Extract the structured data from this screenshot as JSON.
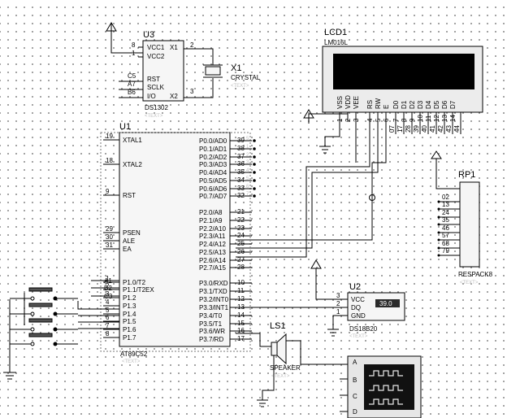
{
  "placeholder": "<TEXT>",
  "u3": {
    "ref": "U3",
    "part": "DS1302",
    "pins_left": [
      "VCC1",
      "VCC2",
      "RST",
      "SCLK",
      "I/O"
    ],
    "pins_right": [
      "X1",
      "X2"
    ],
    "pin_nums": [
      "8",
      "1",
      "2",
      "3"
    ],
    "nets": [
      "C5",
      "A7",
      "B6"
    ]
  },
  "x1": {
    "ref": "X1",
    "part": "CRYSTAL"
  },
  "lcd": {
    "ref": "LCD1",
    "part": "LM016L",
    "pins": [
      "VSS",
      "VDD",
      "VEE",
      "RS",
      "RW",
      "E",
      "D0",
      "D1",
      "D2",
      "D3",
      "D4",
      "D5",
      "D6",
      "D7"
    ],
    "nums": [
      "1",
      "2",
      "3",
      "4",
      "5",
      "6",
      "7",
      "8",
      "9",
      "10",
      "11",
      "12",
      "13",
      "14"
    ],
    "nets": [
      "07",
      "17",
      "28",
      "39",
      "40",
      "41",
      "42",
      "43",
      "44"
    ]
  },
  "u1": {
    "ref": "U1",
    "part": "AT89C52",
    "left_pins": [
      {
        "num": "19",
        "name": "XTAL1"
      },
      {
        "num": "18",
        "name": "XTAL2"
      },
      {
        "num": "9",
        "name": "RST"
      },
      {
        "num": "29",
        "name": "PSEN"
      },
      {
        "num": "30",
        "name": "ALE"
      },
      {
        "num": "31",
        "name": "EA"
      },
      {
        "num": "1",
        "name": "P1.0/T2"
      },
      {
        "num": "2",
        "name": "P1.1/T2EX"
      },
      {
        "num": "3",
        "name": "P1.2"
      },
      {
        "num": "4",
        "name": "P1.3"
      },
      {
        "num": "5",
        "name": "P1.4"
      },
      {
        "num": "6",
        "name": "P1.5"
      },
      {
        "num": "7",
        "name": "P1.6"
      },
      {
        "num": "8",
        "name": "P1.7"
      }
    ],
    "right_pins": [
      {
        "num": "39",
        "name": "P0.0/AD0",
        "net": "5"
      },
      {
        "num": "38",
        "name": "P0.1/AD1",
        "net": "1"
      },
      {
        "num": "37",
        "name": "P0.2/AD2",
        "net": "2"
      },
      {
        "num": "36",
        "name": "P0.3/AD3",
        "net": "3"
      },
      {
        "num": "35",
        "name": "P0.4/AD4",
        "net": "4"
      },
      {
        "num": "34",
        "name": "P0.5/AD5",
        "net": "5"
      },
      {
        "num": "33",
        "name": "P0.6/AD6",
        "net": "6"
      },
      {
        "num": "32",
        "name": "P0.7/AD7",
        "net": "7"
      },
      {
        "num": "21",
        "name": "P2.0/A8"
      },
      {
        "num": "22",
        "name": "P2.1/A9"
      },
      {
        "num": "23",
        "name": "P2.2/A10"
      },
      {
        "num": "24",
        "name": "P2.3/A11"
      },
      {
        "num": "25",
        "name": "P2.4/A12"
      },
      {
        "num": "26",
        "name": "P2.5/A13"
      },
      {
        "num": "27",
        "name": "P2.6/A14"
      },
      {
        "num": "28",
        "name": "P2.7/A15"
      },
      {
        "num": "10",
        "name": "P3.0/RXD"
      },
      {
        "num": "11",
        "name": "P3.1/TXD"
      },
      {
        "num": "12",
        "name": "P3.2/INT0"
      },
      {
        "num": "13",
        "name": "P3.3/INT1"
      },
      {
        "num": "14",
        "name": "P3.4/T0"
      },
      {
        "num": "15",
        "name": "P3.5/T1"
      },
      {
        "num": "16",
        "name": "P3.6/WR"
      },
      {
        "num": "17",
        "name": "P3.7/RD"
      }
    ],
    "nets_left": [
      "A1",
      "B2",
      "C3"
    ]
  },
  "rp1": {
    "ref": "RP1",
    "part": "RESPACK8",
    "nums": [
      "1",
      "2",
      "3",
      "4",
      "5",
      "6",
      "7",
      "8",
      "9"
    ],
    "nets": [
      "02",
      "13",
      "24",
      "35",
      "46",
      "57",
      "68",
      "79"
    ]
  },
  "u2": {
    "ref": "U2",
    "part": "DS18B20",
    "pins": [
      "VCC",
      "DQ",
      "GND"
    ],
    "nums": [
      "3",
      "2",
      "1"
    ],
    "value": "39.0"
  },
  "ls1": {
    "ref": "LS1",
    "part": "SPEAKER"
  },
  "scope": {
    "channels": [
      "A",
      "B",
      "C",
      "D"
    ]
  }
}
